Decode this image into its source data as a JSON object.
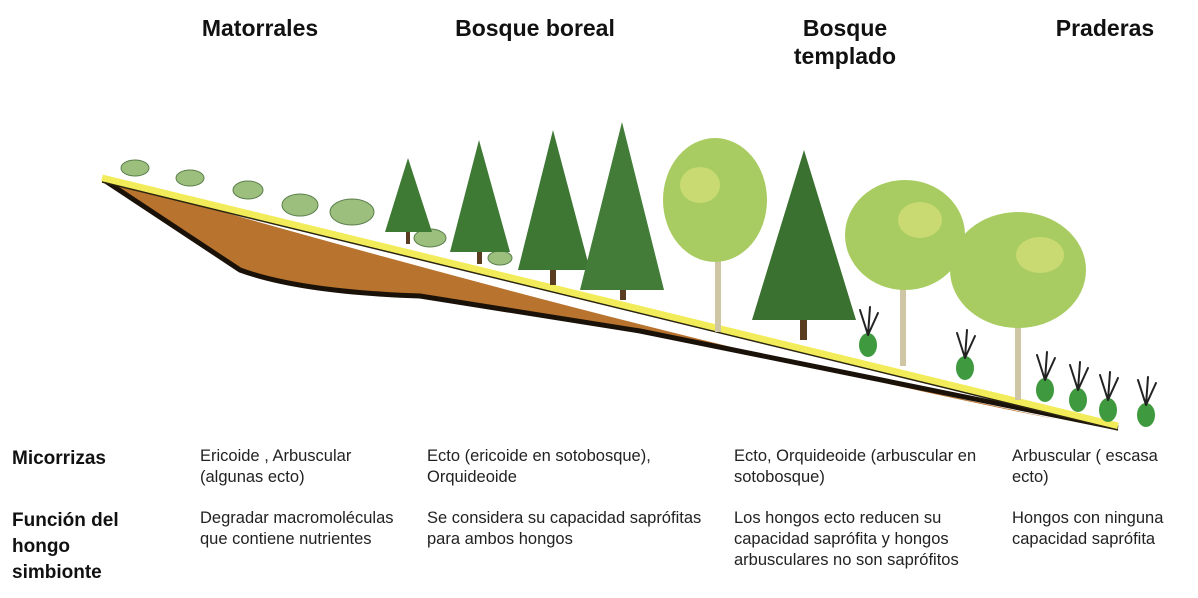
{
  "biomes": [
    {
      "name": "Matorrales"
    },
    {
      "name": "Bosque boreal"
    },
    {
      "name": "Bosque templado"
    },
    {
      "name": "Praderas"
    }
  ],
  "rows": {
    "micorrizas": {
      "label": "Micorrizas",
      "cells": [
        "Ericoide , Arbuscular (algunas ecto)",
        "Ecto (ericoide en sotobosque), Orquideoide",
        "Ecto, Orquideoide (arbuscular en sotobosque)",
        "Arbuscular ( escasa ecto)"
      ]
    },
    "funcion": {
      "label": "Función del hongo simbionte",
      "cells": [
        "Degradar macromoléculas que contiene nutrientes",
        "Se considera su capacidad saprófitas para ambos hongos",
        "Los hongos ecto reducen su capacidad saprófita y hongos arbusculares no son saprófitos",
        "Hongos con ninguna capacidad saprófita"
      ]
    }
  },
  "colors": {
    "soil": "#b8732e",
    "surface": "#f2ec5a",
    "edge": "#1a1208",
    "conifer": "#3f7a35",
    "broadleaf": "#a9cc62",
    "herb": "#3f9a3f"
  }
}
